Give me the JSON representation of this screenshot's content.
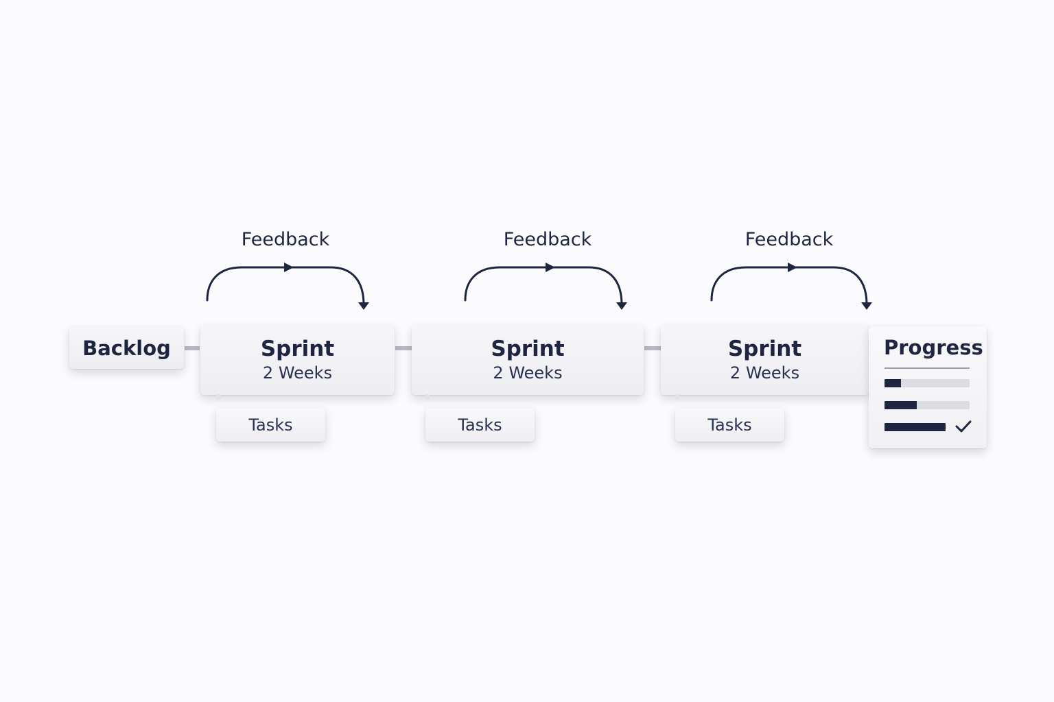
{
  "backlog": {
    "label": "Backlog"
  },
  "feedback_label": "Feedback",
  "sprints": [
    {
      "title": "Sprint",
      "duration": "2 Weeks",
      "tasks_label": "Tasks"
    },
    {
      "title": "Sprint",
      "duration": "2 Weeks",
      "tasks_label": "Tasks"
    },
    {
      "title": "Sprint",
      "duration": "2 Weeks",
      "tasks_label": "Tasks"
    }
  ],
  "progress": {
    "title": "Progress",
    "bars": [
      {
        "fraction": 0.19
      },
      {
        "fraction": 0.38
      },
      {
        "fraction": 1.0,
        "complete": true
      }
    ]
  },
  "colors": {
    "ink": "#1d2541",
    "card": "#f2f2f5",
    "connector": "#b7bac4",
    "bar_track": "#dcdde2"
  },
  "icons": [
    "arrow-right-icon",
    "check-icon",
    "feedback-loop-arrow-icon"
  ]
}
